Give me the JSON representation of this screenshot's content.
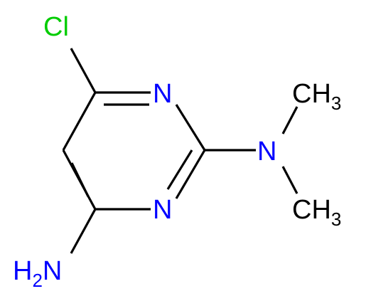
{
  "molecule": {
    "atoms": {
      "chlorine": {
        "text": "Cl",
        "color": "#00cc00"
      },
      "n_ring_top": {
        "text": "N",
        "color": "#0000ff"
      },
      "n_ring_bottom": {
        "text": "N",
        "color": "#0000ff"
      },
      "n_dimethyl": {
        "text": "N",
        "color": "#0000ff"
      },
      "methyl_top": {
        "main": "CH",
        "sub": "3",
        "color": "#000000"
      },
      "methyl_bottom": {
        "main": "CH",
        "sub": "3",
        "color": "#000000"
      },
      "amine": {
        "main": "H",
        "sub": "2",
        "tail": "N",
        "color": "#0000ff"
      }
    }
  }
}
